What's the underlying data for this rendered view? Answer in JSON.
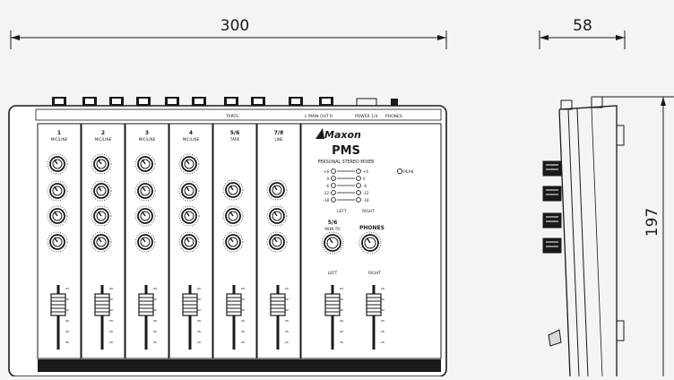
{
  "dimensions": {
    "width": "300",
    "depth": "58",
    "height": "197"
  },
  "panel": {
    "brand": "Maxon",
    "model": "PMS",
    "subtitle": "PERSONAL STEREO MIXER",
    "power_label": "POWER 1/4",
    "phones_top_label": "PHONES",
    "main_out_label": "L  MAIN OUT  R",
    "tapes_label": "TAPES",
    "channels": [
      {
        "num": "1",
        "name": "MIC/LINE"
      },
      {
        "num": "2",
        "name": "MIC/LINE"
      },
      {
        "num": "3",
        "name": "MIC/LINE"
      },
      {
        "num": "4",
        "name": "MIC/LINE"
      },
      {
        "num": "5/6",
        "name": "TAPE"
      },
      {
        "num": "7/8",
        "name": "LINE"
      }
    ],
    "meter_levels": [
      "+6",
      "0",
      "-6",
      "-12",
      "-18"
    ],
    "meter_left": "LEFT",
    "meter_right": "RIGHT",
    "peak_label": "PEAK",
    "section_labels": {
      "tape_knob": "5/6",
      "tape_sub": "MON TO",
      "phones": "PHONES"
    },
    "fader_left": "LEFT",
    "fader_right": "RIGHT"
  },
  "colors": {
    "ink": "#1a1a1a",
    "paper": "#f4f4f2",
    "panel": "#ffffff"
  }
}
